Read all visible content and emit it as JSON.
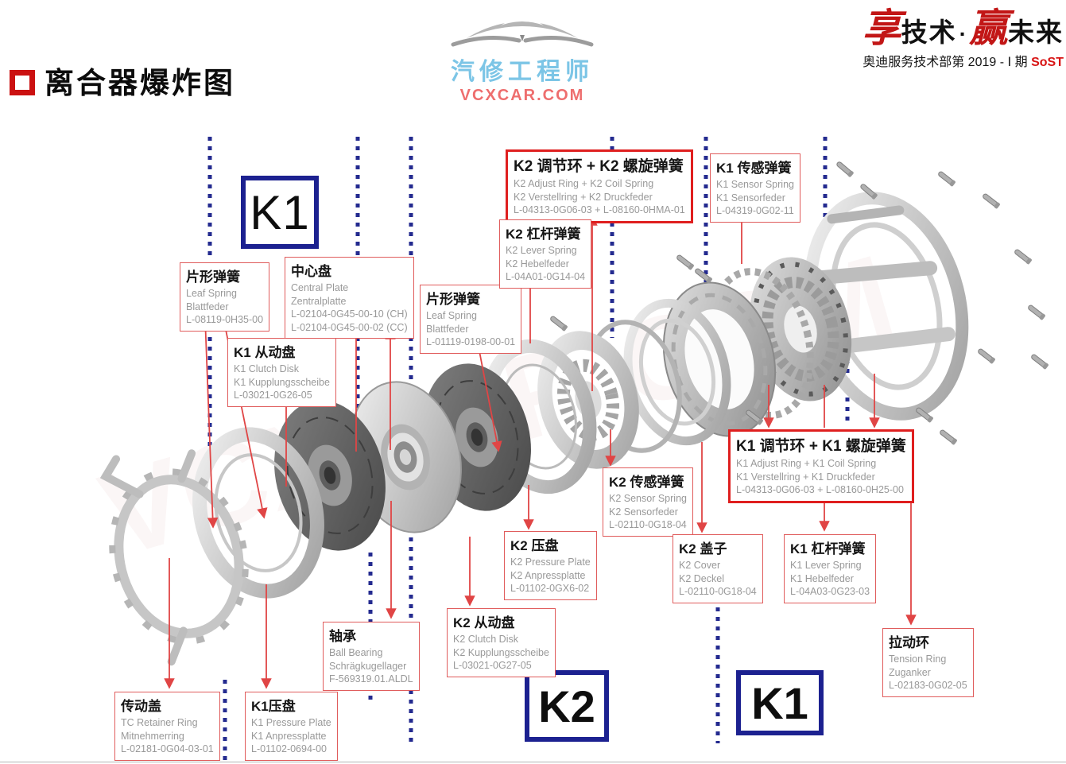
{
  "page": {
    "title": "离合器爆炸图"
  },
  "logo": {
    "brand": "汽修工程师",
    "site": "VCXCAR.COM"
  },
  "slogan": {
    "char1": "享",
    "word1": "技术",
    "sep": "·",
    "char2": "赢",
    "word2": "未来",
    "subtitle": "奥迪服务技术部第 2019 - Ⅰ 期",
    "subtitle_tag": "SoST"
  },
  "zone_markers": {
    "k1_top": "K1",
    "k2_bottom": "K2",
    "k1_bottom": "K1"
  },
  "watermark": "VCXCAR.COM",
  "labels": {
    "leaf_spring_k1": {
      "title": "片形弹簧",
      "en": "Leaf Spring",
      "de": "Blattfeder",
      "pn": "L-08119-0H35-00"
    },
    "central_plate": {
      "title": "中心盘",
      "en": "Central Plate",
      "de": "Zentralplatte",
      "pn": "L-02104-0G45-00-10 (CH)",
      "pn2": "L-02104-0G45-00-02 (CC)"
    },
    "k1_clutch_disk": {
      "title": "K1 从动盘",
      "en": "K1 Clutch Disk",
      "de": "K1 Kupplungsscheibe",
      "pn": "L-03021-0G26-05"
    },
    "leaf_spring_mid": {
      "title": "片形弹簧",
      "en": "Leaf Spring",
      "de": "Blattfeder",
      "pn": "L-01119-0198-00-01"
    },
    "k2_adjust_ring": {
      "title": "K2 调节环 + K2 螺旋弹簧",
      "en": "K2 Adjust Ring + K2 Coil Spring",
      "de": "K2 Verstellring + K2 Druckfeder",
      "pn": "L-04313-0G06-03 + L-08160-0HMA-01"
    },
    "k2_lever_spring": {
      "title": "K2 杠杆弹簧",
      "en": "K2 Lever Spring",
      "de": "K2 Hebelfeder",
      "pn": "L-04A01-0G14-04"
    },
    "k1_sensor_spring": {
      "title": "K1 传感弹簧",
      "en": "K1 Sensor Spring",
      "de": "K1 Sensorfeder",
      "pn": "L-04319-0G02-11"
    },
    "k2_sensor_spring": {
      "title": "K2 传感弹簧",
      "en": "K2 Sensor Spring",
      "de": "K2 Sensorfeder",
      "pn": "L-02110-0G18-04"
    },
    "k1_adjust_ring": {
      "title": "K1 调节环 + K1 螺旋弹簧",
      "en": "K1 Adjust Ring + K1 Coil Spring",
      "de": "K1 Verstellring + K1 Druckfeder",
      "pn": "L-04313-0G06-03 + L-08160-0H25-00"
    },
    "k2_pressure_plate": {
      "title": "K2 压盘",
      "en": "K2 Pressure Plate",
      "de": "K2 Anpressplatte",
      "pn": "L-01102-0GX6-02"
    },
    "k2_clutch_disk": {
      "title": "K2 从动盘",
      "en": "K2 Clutch Disk",
      "de": "K2 Kupplungsscheibe",
      "pn": "L-03021-0G27-05"
    },
    "k2_cover": {
      "title": "K2 盖子",
      "en": "K2 Cover",
      "de": "K2 Deckel",
      "pn": "L-02110-0G18-04"
    },
    "k1_lever_spring": {
      "title": "K1 杠杆弹簧",
      "en": "K1 Lever Spring",
      "de": "K1 Hebelfeder",
      "pn": "L-04A03-0G23-03"
    },
    "tension_ring": {
      "title": "拉动环",
      "en": "Tension Ring",
      "de": "Zuganker",
      "pn": "L-02183-0G02-05"
    },
    "ball_bearing": {
      "title": "轴承",
      "en": "Ball Bearing",
      "de": "Schrägkugellager",
      "pn": "F-569319.01.ALDL"
    },
    "tc_retainer_ring": {
      "title": "传动盖",
      "en": "TC Retainer Ring",
      "de": "Mitnehmerring",
      "pn": "L-02181-0G04-03-01"
    },
    "k1_pressure_plate": {
      "title": "K1压盘",
      "en": "K1 Pressure Plate",
      "de": "K1 Anpressplatte",
      "pn": "L-01102-0694-00"
    }
  },
  "colors": {
    "accent_red": "#cb1111",
    "label_border": "#e05c5c",
    "highlight_border": "#df1f1f",
    "navy": "#1c2190",
    "arrow_red": "#e04545",
    "logo_blue": "#7cc5e6",
    "logo_red": "#ee6e6e"
  }
}
